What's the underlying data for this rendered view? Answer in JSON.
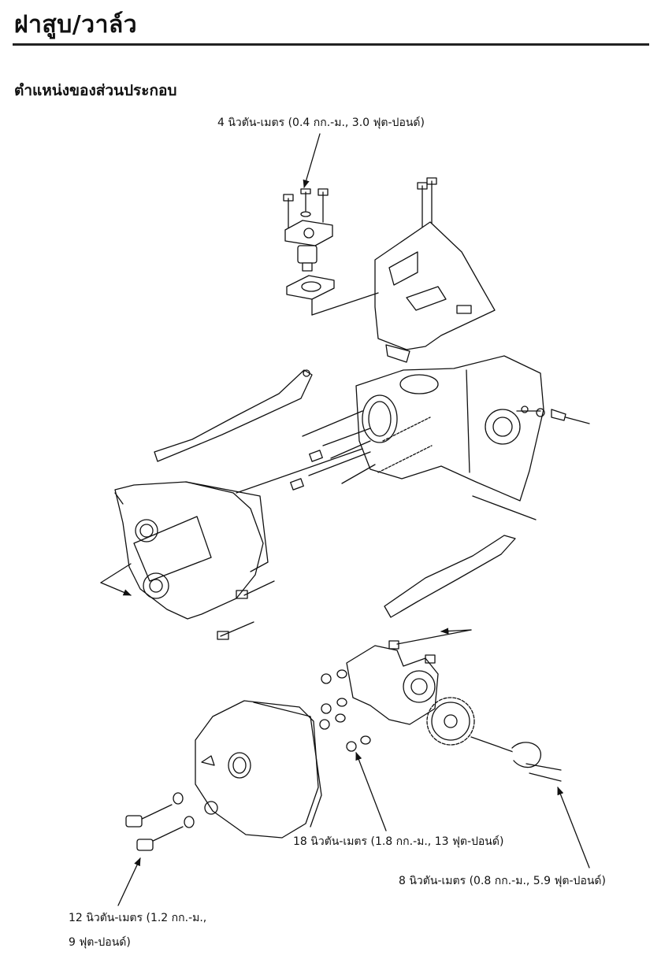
{
  "header": {
    "title": "ฝาสูบ/วาล์ว",
    "section": "ตำแหน่งของส่วนประกอบ"
  },
  "callouts": {
    "tensioner_bolts": "4 นิวตัน-เมตร (0.4 กก.-ม., 3.0 ฟุต-ปอนด์)",
    "head_nuts": "18 นิวตัน-เมตร (1.8 กก.-ม., 13 ฟุต-ปอนด์)",
    "sprocket_bolts": "8 นิวตัน-เมตร (0.8 กก.-ม., 5.9 ฟุต-ปอนด์)",
    "cover_bolts_line1": "12 นิวตัน-เมตร (1.2 กก.-ม.,",
    "cover_bolts_line2": "9 ฟุต-ปอนด์)"
  }
}
